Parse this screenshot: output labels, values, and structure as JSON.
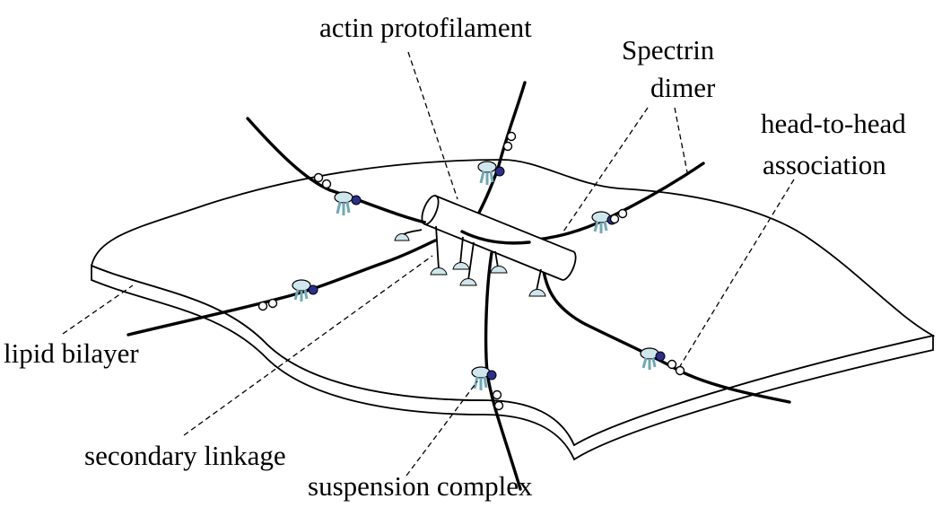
{
  "diagram": {
    "labels": {
      "actin": "actin protofilament",
      "spectrin_line1": "Spectrin",
      "spectrin_line2": "dimer",
      "head_line1": "head-to-head",
      "head_line2": "association",
      "lipid": "lipid bilayer",
      "secondary": "secondary linkage",
      "suspension": "suspension complex"
    },
    "colors": {
      "line": "#000000",
      "membrane_fill": "#ffffff",
      "protein_fill": "#cfe6ec",
      "attachment_dot": "#2b2f8f",
      "junction_bead": "#ffffff"
    }
  }
}
